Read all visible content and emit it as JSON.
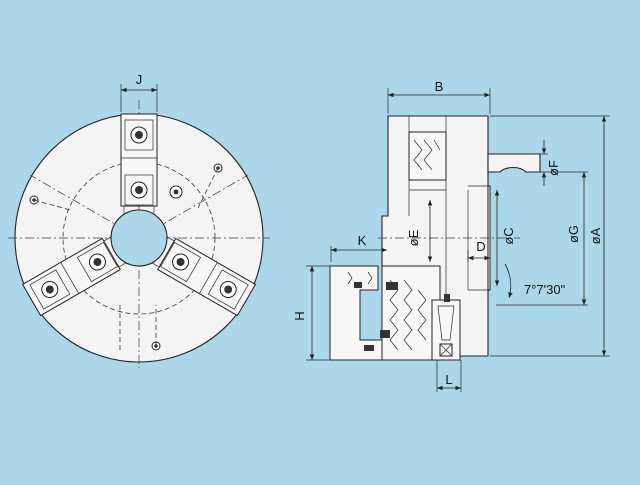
{
  "labels": {
    "J": "J",
    "B": "B",
    "K": "K",
    "E": "øE",
    "D": "D",
    "C": "øC",
    "F": "øF",
    "G": "øG",
    "A": "øA",
    "H": "H",
    "L": "L",
    "angle": "7°7'30\""
  },
  "colors": {
    "background": "#acd7eb",
    "part_fill": "#f4f4f4",
    "line": "#222222"
  }
}
